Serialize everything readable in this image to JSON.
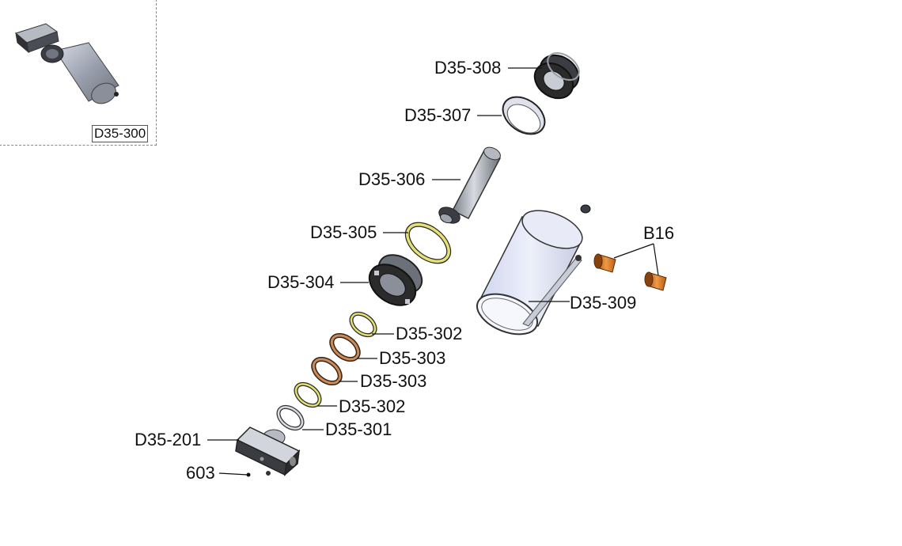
{
  "assembly": {
    "thumbnail_label": "D35-300"
  },
  "callouts": {
    "d35_308": "D35-308",
    "d35_307": "D35-307",
    "d35_306": "D35-306",
    "d35_305": "D35-305",
    "d35_304": "D35-304",
    "d35_302_upper": "D35-302",
    "d35_303_upper": "D35-303",
    "d35_303_lower": "D35-303",
    "d35_302_lower": "D35-302",
    "d35_301": "D35-301",
    "d35_201": "D35-201",
    "p603": "603",
    "b16": "B16",
    "d35_309": "D35-309"
  },
  "colors": {
    "dark_part": "#2b2b2b",
    "steel": "#9ea4ad",
    "cylinder_body": "#e4e8f6",
    "seal_yellow": "#e5e07a",
    "seal_orange": "#c98c5a",
    "bushing_orange": "#d9731e",
    "leader": "#111111"
  }
}
